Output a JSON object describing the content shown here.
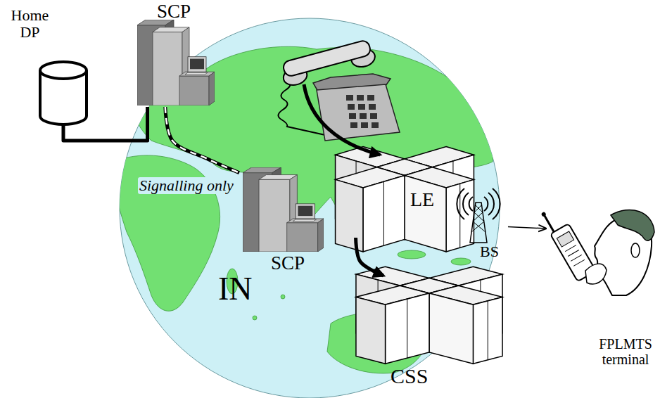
{
  "diagram": {
    "nodes": [
      {
        "text": [
          "Home DP"
        ]
      },
      {
        "text": [
          "SCP"
        ]
      },
      {
        "text": [
          "SCP"
        ]
      },
      {
        "text": [
          "LE"
        ]
      },
      {
        "text": [
          "CSS"
        ]
      },
      {
        "text": [
          "BS"
        ]
      },
      {
        "text": [
          "FPLMTS terminal"
        ]
      }
    ],
    "edges": [
      {
        "from": 1,
        "to": 2,
        "arrow": "none",
        "label": "Signalling only"
      },
      {
        "from": 0,
        "to": 1,
        "arrow": "none"
      },
      {
        "from": 3,
        "to": 4,
        "arrow": "to"
      },
      {
        "from": 5,
        "to": 6,
        "arrow": "to"
      }
    ],
    "labels": [
      "IN"
    ]
  }
}
